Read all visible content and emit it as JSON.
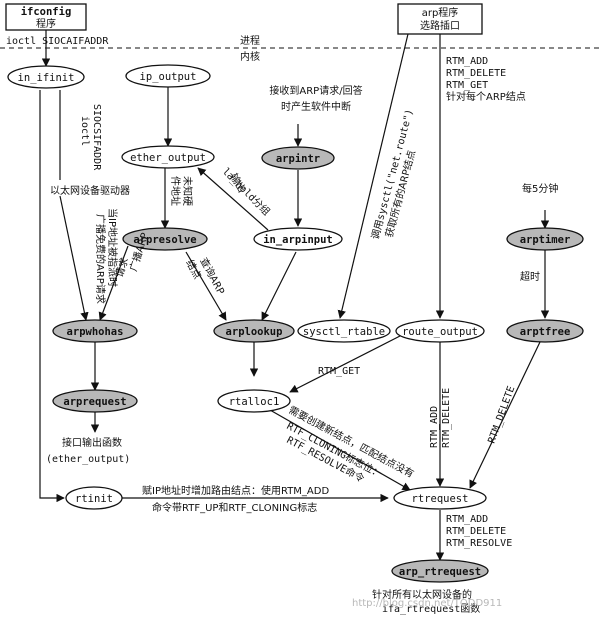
{
  "diagram": {
    "sep_top": "进程",
    "sep_bottom": "内核",
    "nodes": {
      "ifconfig": {
        "line1": "ifconfig",
        "line2": "程序"
      },
      "arp": {
        "line1": "arp程序",
        "line2": "选路插口"
      },
      "in_ifinit": "in_ifinit",
      "ip_output": "ip_output",
      "ether_output": "ether_output",
      "arpintr": "arpintr",
      "arpresolve": "arpresolve",
      "in_arpinput": "in_arpinput",
      "arptimer": "arptimer",
      "arpwhohas": "arpwhohas",
      "arplookup": "arplookup",
      "sysctl_rtable": "sysctl_rtable",
      "route_output": "route_output",
      "arptfree": "arptfree",
      "arprequest": "arprequest",
      "rtalloc1": "rtalloc1",
      "rtinit": "rtinit",
      "rtrequest": "rtrequest",
      "arp_rtrequest": "arp_rtrequest"
    },
    "labels": {
      "ioctl_top": "ioctl SIOCAIFADDR",
      "ioctl_side_1": "SIOCSIFADDR",
      "ioctl_side_2": "ioctl",
      "interrupt_1": "接收到ARP请求/回答",
      "interrupt_2": "时产生软件中断",
      "rtm_arp": [
        "RTM_ADD",
        "RTM_DELETE",
        "RTM_GET",
        "针对每个ARP结点"
      ],
      "eth_driver": "以太网设备驱动器",
      "ip_set_1": "当IP地址被指派时",
      "ip_set_2": "广播免费的ARP请求",
      "no_hw_1": "未知硬",
      "no_hw_2": "件地址",
      "output_1": "输出",
      "output_2": "la_hold分组",
      "bcast_1": "广播ARP",
      "bcast_2": "请求",
      "lookup_1": "查询ARP",
      "lookup_2": "结点",
      "sysctl_1": "调用sysctl(\"net.route\")",
      "sysctl_2": "获取所有的ARP结点",
      "every5": "每5分钟",
      "timeout": "超时",
      "rtm_get": "RTM_GET",
      "add_del_1": "RTM_ADD",
      "add_del_2": "RTM_DELETE",
      "rtm_delete": "RTM_DELETE",
      "need_1": "需要创建新结点，匹配结点没有",
      "need_2": "RTF_CLONING标志位：",
      "need_3": "RTF_RESOLVE命令",
      "iface_out_1": "接口输出函数",
      "iface_out_2": "(ether_output)",
      "rtinit_1": "赋IP地址时增加路由结点：使用RTM_ADD",
      "rtinit_2": "命令带RTF_UP和RTF_CLONING标志",
      "rtm_bottom": [
        "RTM_ADD",
        "RTM_DELETE",
        "RTM_RESOLVE"
      ],
      "foot_1": "针对所有以太网设备的",
      "foot_2": "ifa_rtrequest函数",
      "watermark": "http://blog.csdn.net/TODD911"
    }
  }
}
